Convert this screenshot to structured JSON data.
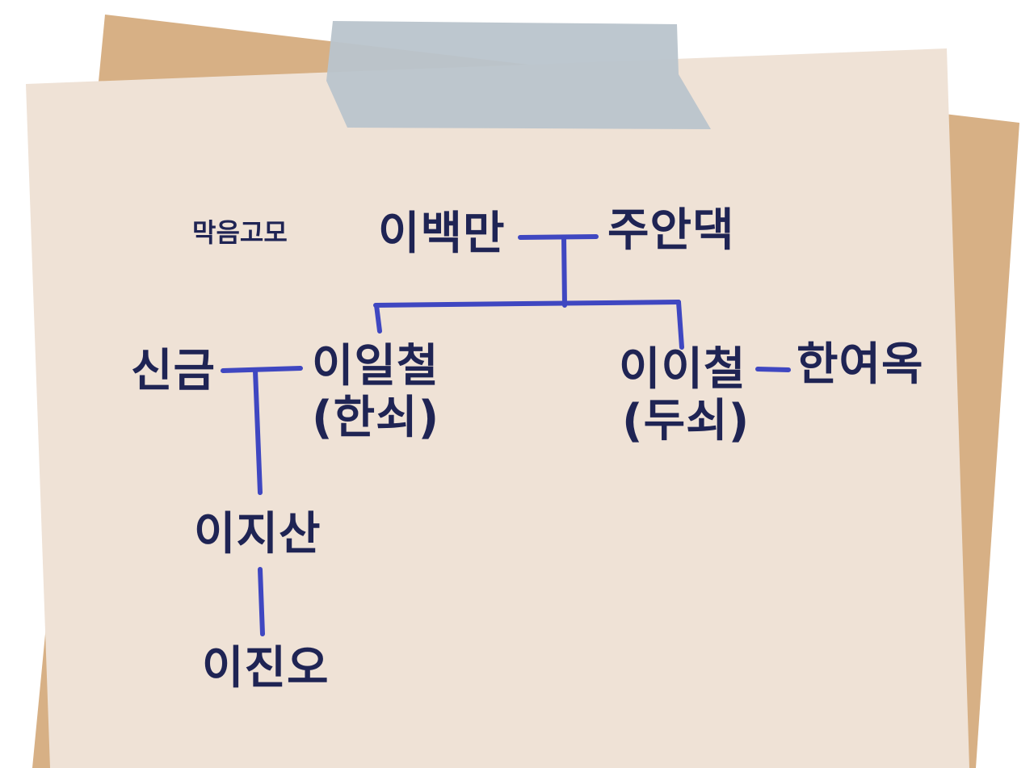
{
  "diagram": {
    "note_label": "막음고모",
    "people": {
      "baekman": "이백만",
      "juandaek": "주안댁",
      "shingeum": "신금",
      "ilcheol": "이일철",
      "ilcheol_alias": "(한쇠)",
      "icheol": "이이철",
      "icheol_alias": "(두쇠)",
      "hanyeook": "한여옥",
      "jisan": "이지산",
      "jino": "이진오"
    }
  },
  "colors": {
    "back_paper": "#d7b085",
    "front_paper": "#efe2d6",
    "tape": "#b9c4cc",
    "line": "#3f47c1",
    "text": "#1f2454"
  }
}
